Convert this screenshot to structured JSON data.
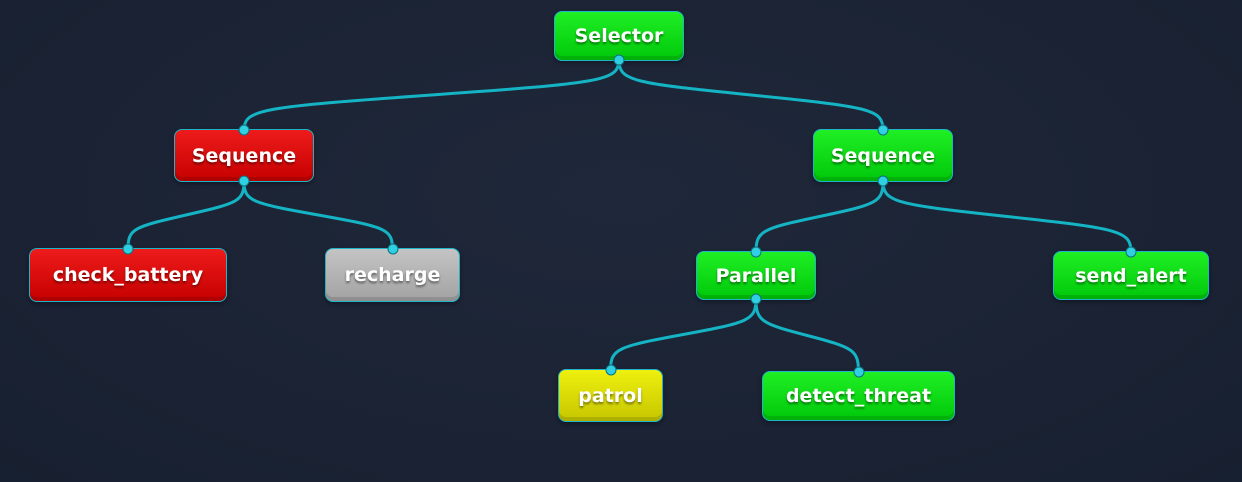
{
  "tree": {
    "nodes": [
      {
        "id": "selector",
        "label": "Selector",
        "status": "success"
      },
      {
        "id": "seq-left",
        "label": "Sequence",
        "status": "failure"
      },
      {
        "id": "seq-right",
        "label": "Sequence",
        "status": "success"
      },
      {
        "id": "check-battery",
        "label": "check_battery",
        "status": "failure"
      },
      {
        "id": "recharge",
        "label": "recharge",
        "status": "idle"
      },
      {
        "id": "parallel",
        "label": "Parallel",
        "status": "success"
      },
      {
        "id": "send-alert",
        "label": "send_alert",
        "status": "success"
      },
      {
        "id": "patrol",
        "label": "patrol",
        "status": "running"
      },
      {
        "id": "detect-threat",
        "label": "detect_threat",
        "status": "success"
      }
    ],
    "edges": [
      {
        "from": "selector",
        "to": "seq-left"
      },
      {
        "from": "selector",
        "to": "seq-right"
      },
      {
        "from": "seq-left",
        "to": "check-battery"
      },
      {
        "from": "seq-left",
        "to": "recharge"
      },
      {
        "from": "seq-right",
        "to": "parallel"
      },
      {
        "from": "seq-right",
        "to": "send-alert"
      },
      {
        "from": "parallel",
        "to": "patrol"
      },
      {
        "from": "parallel",
        "to": "detect-threat"
      }
    ]
  },
  "colors": {
    "background": "#1b2435",
    "edge": "#14b4c4",
    "border": "#1fb5c9",
    "success": "#00d80f",
    "failure": "#dc0a0a",
    "idle": "#b3b3b3",
    "running": "#dcdc00"
  }
}
